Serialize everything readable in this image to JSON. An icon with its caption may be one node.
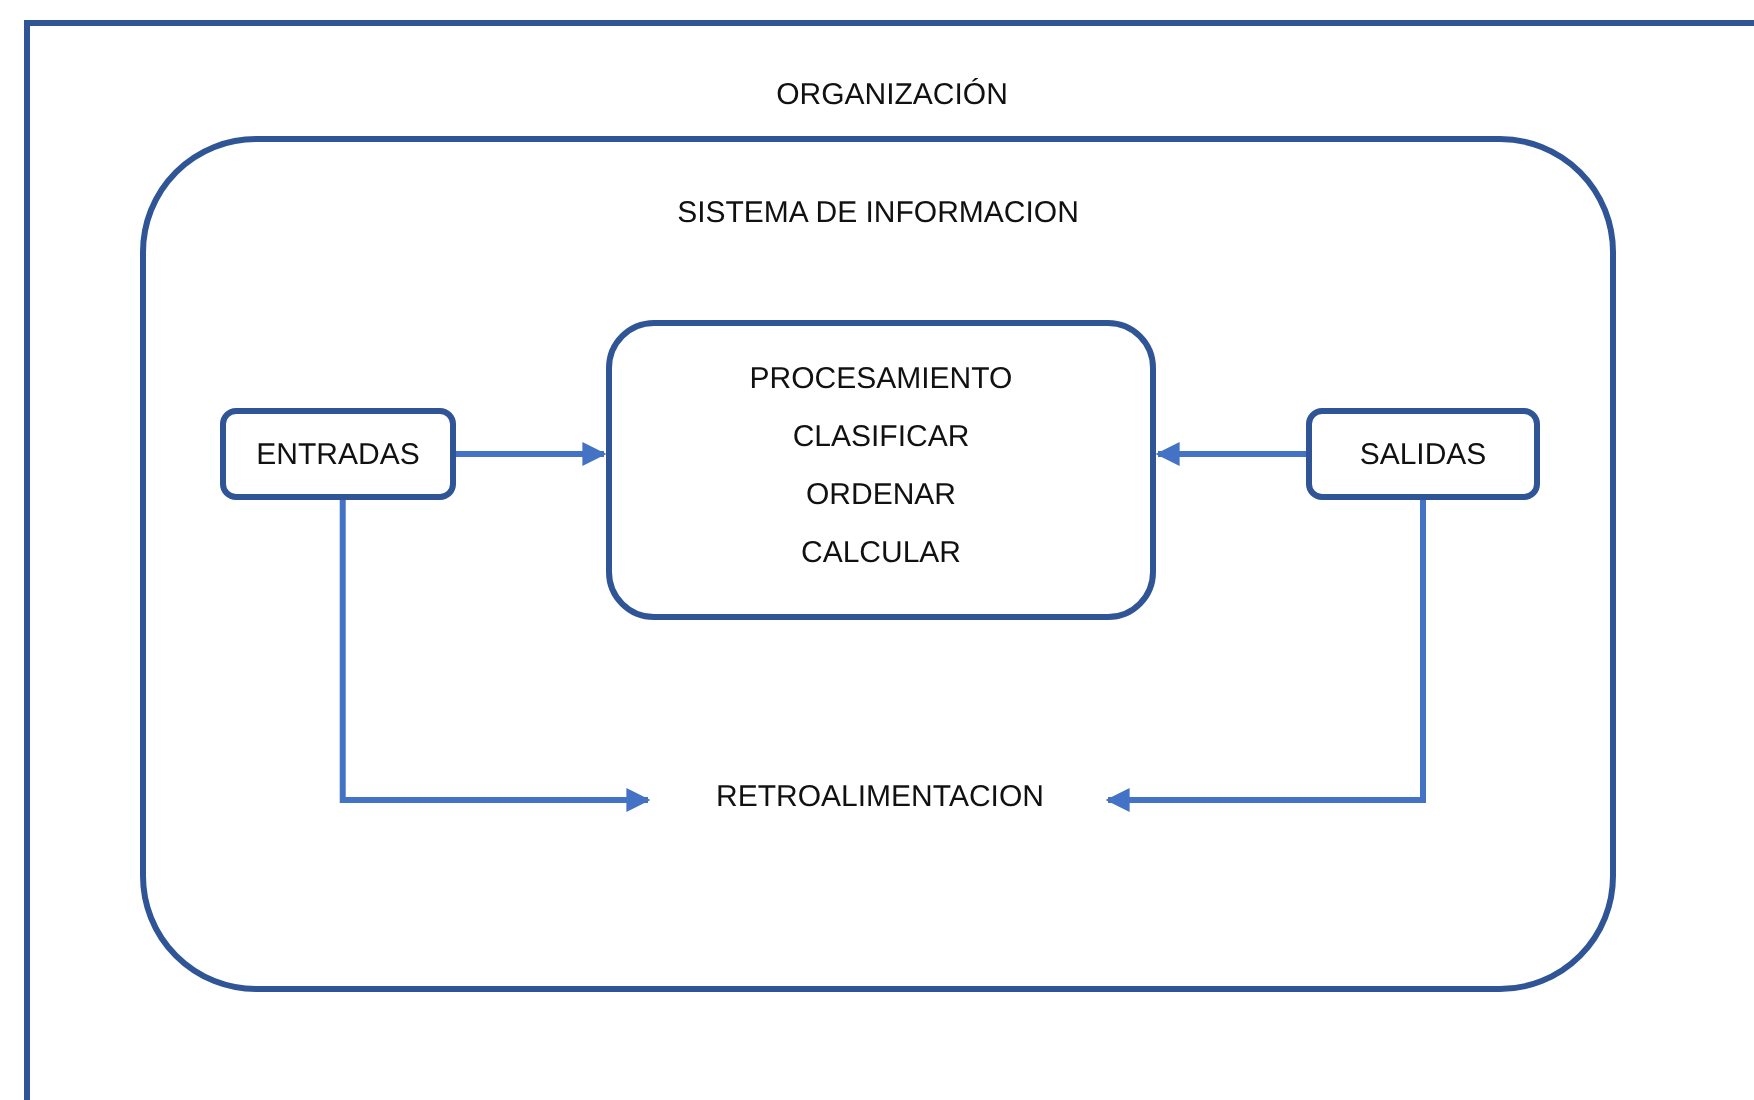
{
  "diagram": {
    "nodes": [
      {
        "text": [
          "ORGANIZACIÓN"
        ]
      },
      {
        "text": [
          "SISTEMA DE INFORMACION"
        ],
        "in": 0
      },
      {
        "text": [
          "ENTRADAS"
        ],
        "in": 1
      },
      {
        "text": [
          "PROCESAMIENTO",
          "CLASIFICAR",
          "ORDENAR",
          "CALCULAR"
        ],
        "in": 1
      },
      {
        "text": [
          "SALIDAS"
        ],
        "in": 1
      },
      {
        "text": [
          "RETROALIMENTACION"
        ],
        "in": 1
      }
    ],
    "edges": [
      {
        "from": 2,
        "to": 3,
        "arrow": "to"
      },
      {
        "from": 4,
        "to": 3,
        "arrow": "to"
      },
      {
        "from": 2,
        "to": 5,
        "arrow": "to"
      },
      {
        "from": 4,
        "to": 5,
        "arrow": "to"
      }
    ]
  }
}
